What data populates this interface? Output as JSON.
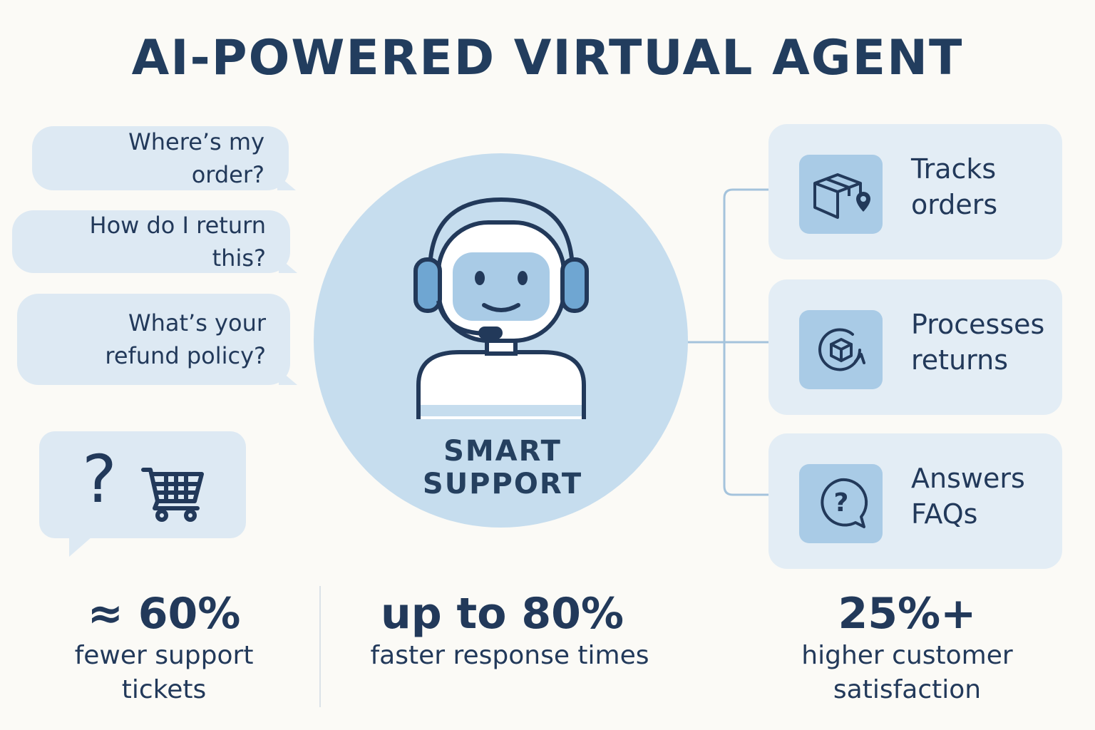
{
  "title": "AI-POWERED VIRTUAL AGENT",
  "questions": [
    {
      "text": "Where’s my order?"
    },
    {
      "text": "How do I return this?"
    },
    {
      "text": "What’s your refund policy?"
    }
  ],
  "icon_bubble": {
    "glyph": "?",
    "icons": [
      "question-mark-icon",
      "shopping-cart-icon"
    ]
  },
  "agent": {
    "label_line1": "SMART",
    "label_line2": "SUPPORT",
    "icon": "support-agent-headset-icon"
  },
  "features": [
    {
      "label": "Tracks orders",
      "icon": "package-location-icon"
    },
    {
      "label": "Processes returns",
      "icon": "return-cycle-icon"
    },
    {
      "label": "Answers FAQs",
      "icon": "question-chat-icon"
    }
  ],
  "stats": [
    {
      "value": "≈ 60%",
      "caption": "fewer support tickets"
    },
    {
      "value": "up to 80%",
      "caption": "faster response times"
    },
    {
      "value": "25%+",
      "caption": "higher customer satisfaction"
    }
  ],
  "colors": {
    "background": "#fbfaf6",
    "text": "#22395a",
    "bubble": "#dde9f3",
    "circle": "#c6ddee",
    "icon_tile": "#a9cbe6",
    "accent_blue": "#6fa6d2"
  }
}
